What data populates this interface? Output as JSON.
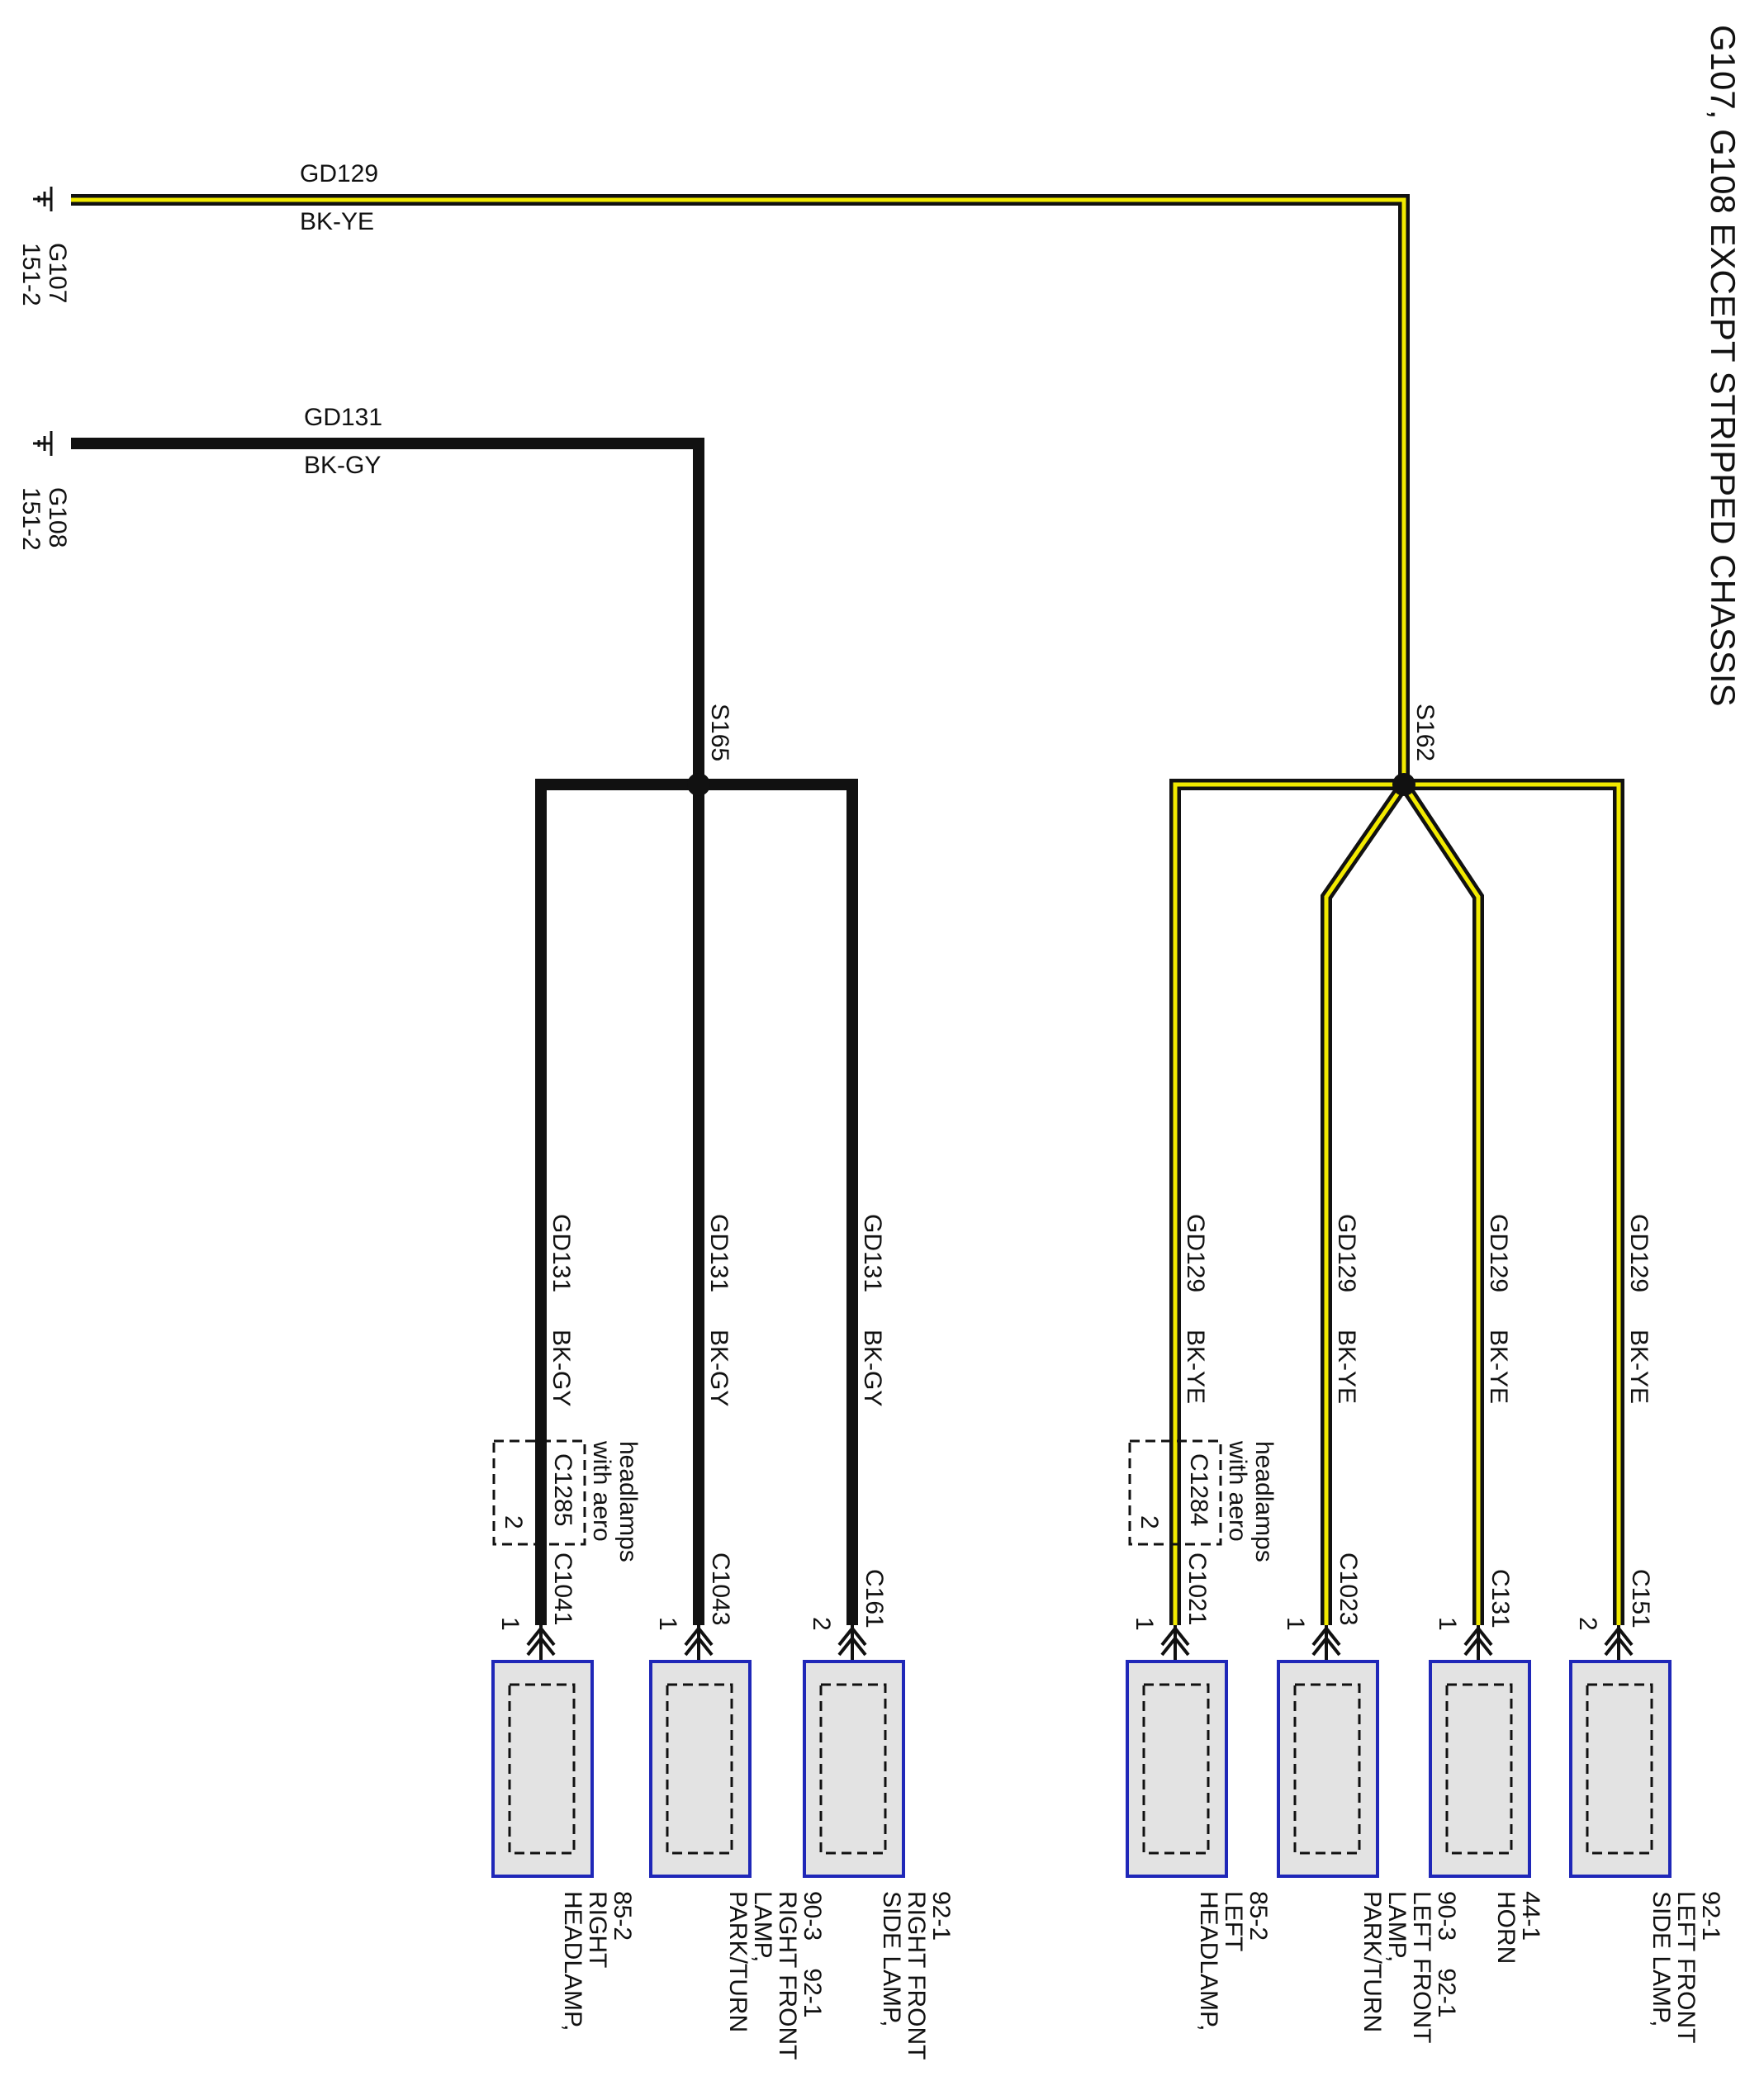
{
  "colors": {
    "black": "#111111",
    "yellow": "#f2ea00",
    "connector_fill": "#e3e3e3",
    "connector_border": "#1f27b8"
  },
  "title": "G107, G108 EXCEPT STRIPPED CHASSIS",
  "grounds": [
    {
      "id": "G107",
      "ref": "151-2",
      "circuit": "GD129",
      "color": "BK-YE",
      "tracer": "yellow"
    },
    {
      "id": "G108",
      "ref": "151-2",
      "circuit": "GD131",
      "color": "BK-GY",
      "tracer": "none"
    }
  ],
  "splices": [
    {
      "id": "S165"
    },
    {
      "id": "S162"
    }
  ],
  "branches": [
    {
      "circuit": "GD131",
      "color": "BK-GY",
      "tracer": "none",
      "connector": "C1041",
      "pin": "1",
      "optional": {
        "connector": "C1285",
        "pin": "2",
        "note": "with aero\nheadlamps"
      },
      "component": [
        "HEADLAMP,",
        "RIGHT",
        "85-2"
      ]
    },
    {
      "circuit": "GD131",
      "color": "BK-GY",
      "tracer": "none",
      "connector": "C1043",
      "pin": "1",
      "component": [
        "PARK/TURN",
        "LAMP,",
        "RIGHT FRONT",
        "90-3    92-1"
      ]
    },
    {
      "circuit": "GD131",
      "color": "BK-GY",
      "tracer": "none",
      "connector": "C161",
      "pin": "2",
      "component": [
        "SIDE LAMP,",
        "RIGHT FRONT",
        "92-1"
      ]
    },
    {
      "circuit": "GD129",
      "color": "BK-YE",
      "tracer": "yellow",
      "connector": "C1021",
      "pin": "1",
      "optional": {
        "connector": "C1284",
        "pin": "2",
        "note": "with aero\nheadlamps"
      },
      "component": [
        "HEADLAMP,",
        "LEFT",
        "85-2"
      ]
    },
    {
      "circuit": "GD129",
      "color": "BK-YE",
      "tracer": "yellow",
      "connector": "C1023",
      "pin": "1",
      "component": [
        "PARK/TURN",
        "LAMP,",
        "LEFT FRONT",
        "90-3    92-1"
      ]
    },
    {
      "circuit": "GD129",
      "color": "BK-YE",
      "tracer": "yellow",
      "connector": "C131",
      "pin": "1",
      "component": [
        "HORN",
        "44-1"
      ]
    },
    {
      "circuit": "GD129",
      "color": "BK-YE",
      "tracer": "yellow",
      "connector": "C151",
      "pin": "2",
      "component": [
        "SIDE LAMP,",
        "LEFT FRONT",
        "92-1"
      ]
    }
  ]
}
